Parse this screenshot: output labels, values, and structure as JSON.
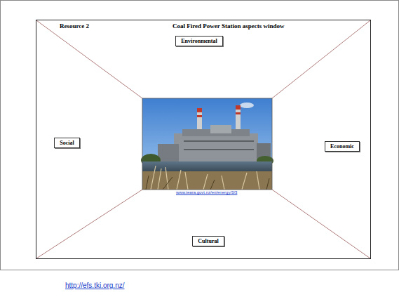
{
  "diagram": {
    "title": "Coal Fired Power Station aspects window",
    "nodes": [
      {
        "text": [
          "Environmental"
        ]
      },
      {
        "text": [
          "Social"
        ]
      },
      {
        "text": [
          "Economic"
        ]
      },
      {
        "text": [
          "Cultural"
        ]
      }
    ],
    "labels": [
      "Resource 2",
      "www.teara.govt.nz/en/energy/3/3",
      "http://efs.tki.org.nz/"
    ]
  }
}
